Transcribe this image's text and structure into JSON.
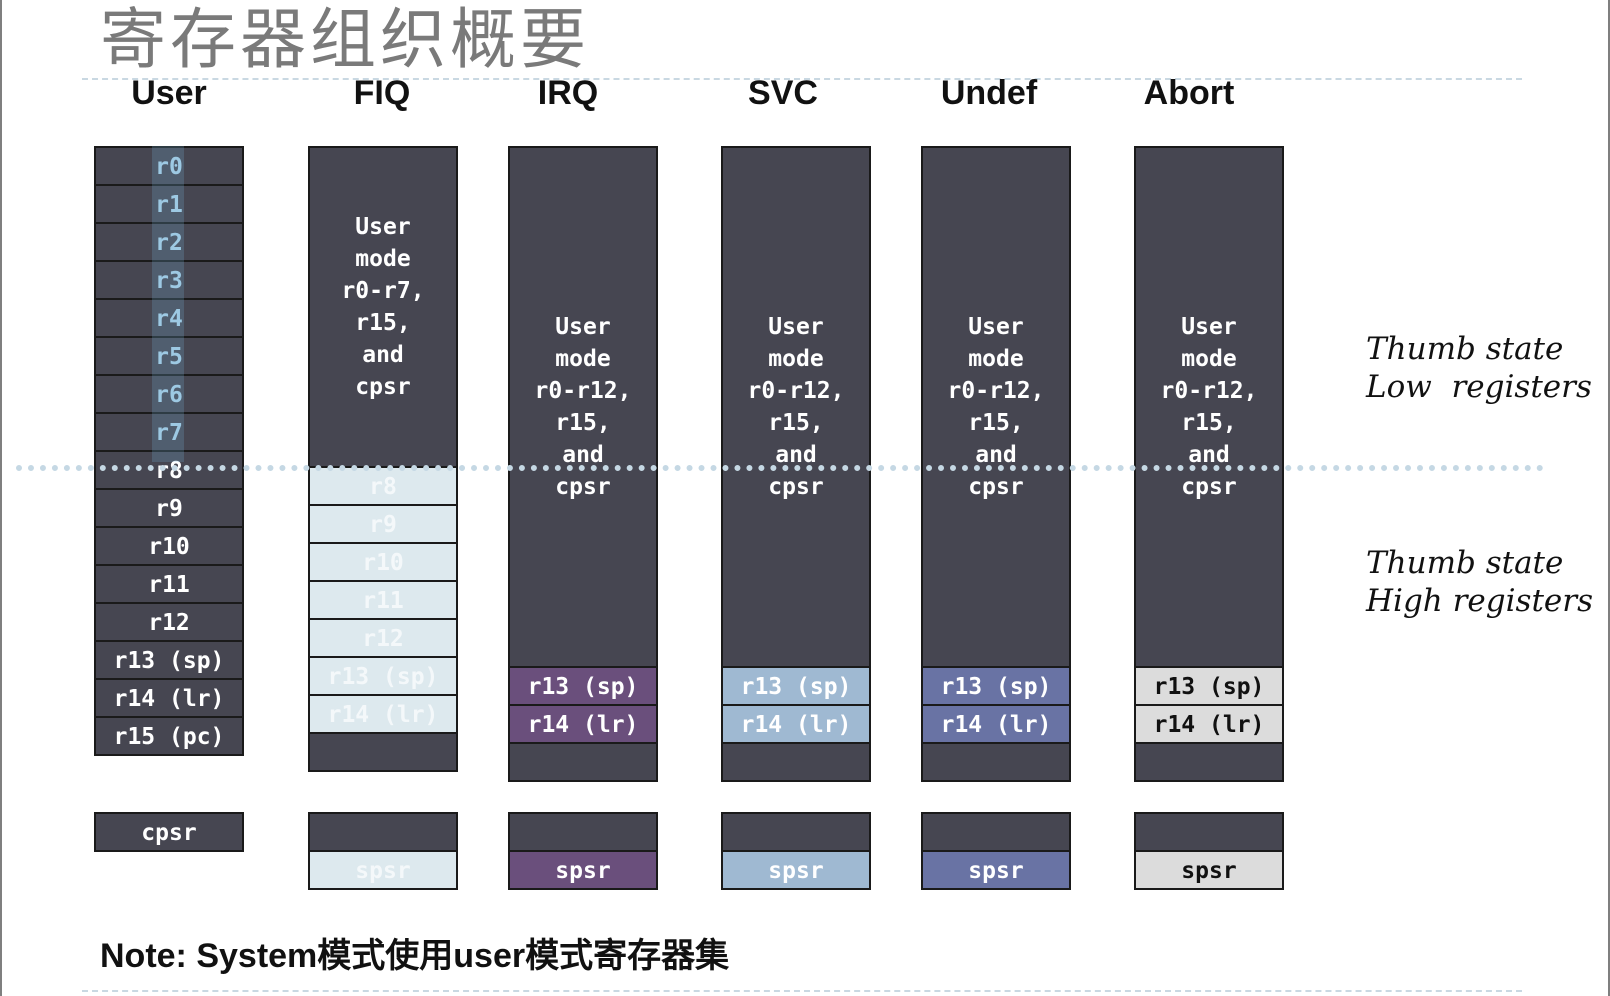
{
  "title": "寄存器组织概要",
  "modes": [
    "User",
    "FIQ",
    "IRQ",
    "SVC",
    "Undef",
    "Abort"
  ],
  "user_registers": [
    "r0",
    "r1",
    "r2",
    "r3",
    "r4",
    "r5",
    "r6",
    "r7",
    "r8",
    "r9",
    "r10",
    "r11",
    "r12",
    "r13 (sp)",
    "r14 (lr)",
    "r15 (pc)"
  ],
  "fiq": {
    "shared_text": "User\nmode\nr0-r7,\nr15,\nand\ncpsr",
    "banked": [
      "r8",
      "r9",
      "r10",
      "r11",
      "r12",
      "r13 (sp)",
      "r14 (lr)"
    ],
    "spsr": "spsr"
  },
  "irq": {
    "shared_text": "User\nmode\nr0-r12,\nr15,\nand\ncpsr",
    "banked": [
      "r13 (sp)",
      "r14 (lr)"
    ],
    "spsr": "spsr"
  },
  "svc": {
    "shared_text": "User\nmode\nr0-r12,\nr15,\nand\ncpsr",
    "banked": [
      "r13 (sp)",
      "r14 (lr)"
    ],
    "spsr": "spsr"
  },
  "undef": {
    "shared_text": "User\nmode\nr0-r12,\nr15,\nand\ncpsr",
    "banked": [
      "r13 (sp)",
      "r14 (lr)"
    ],
    "spsr": "spsr"
  },
  "abort": {
    "shared_text": "User\nmode\nr0-r12,\nr15,\nand\ncpsr",
    "banked": [
      "r13 (sp)",
      "r14 (lr)"
    ],
    "spsr": "spsr"
  },
  "user_cpsr": "cpsr",
  "thumb_low": "Thumb state\nLow  registers",
  "thumb_high": "Thumb state\nHigh registers",
  "note": "Note: System模式使用user模式寄存器集",
  "colors": {
    "register_bg": "#464651",
    "fiq_banked": "#dde9ee",
    "irq_banked": "#6a4f7c",
    "svc_banked": "#9fb9d2",
    "undef_banked": "#6973a4",
    "abort_banked": "#dcdcdc",
    "low_register_text": "#a8cfe6"
  }
}
